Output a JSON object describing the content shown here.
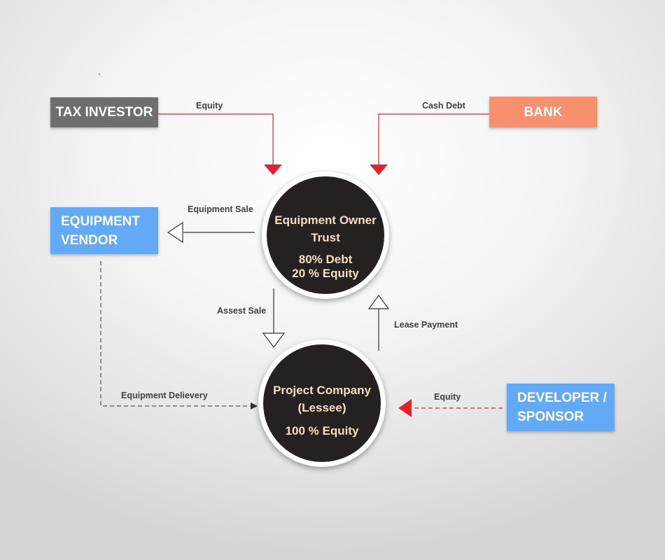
{
  "nodes": {
    "tax_investor": {
      "label": "TAX INVESTOR",
      "color": "#6e6e6e"
    },
    "bank": {
      "label": "BANK",
      "color": "#f6906e"
    },
    "equipment_vendor": {
      "line1": "EQUIPMENT",
      "line2": "VENDOR",
      "color": "#62aaf5"
    },
    "developer_sponsor": {
      "line1": "DEVELOPER /",
      "line2": "SPONSOR",
      "color": "#62aaf5"
    },
    "equipment_owner_trust": {
      "title1": "Equipment Owner",
      "title2": "Trust",
      "detail1": "80% Debt",
      "detail2": "20 % Equity"
    },
    "project_company": {
      "title1": "Project Company",
      "title2": "(Lessee)",
      "detail1": "100 % Equity"
    }
  },
  "edges": {
    "tax_equity": "Equity",
    "cash_debt": "Cash Debt",
    "equipment_sale": "Equipment Sale",
    "asset_sale": "Assest Sale",
    "lease_payment": "Lease Payment",
    "equipment_delivery": "Equipment Delievery",
    "developer_equity": "Equity"
  },
  "colors": {
    "financing_arrow": "#e8202a",
    "flow_arrow": "#333333",
    "circle_fill": "#252120",
    "circle_text": "#f5dfc3"
  }
}
